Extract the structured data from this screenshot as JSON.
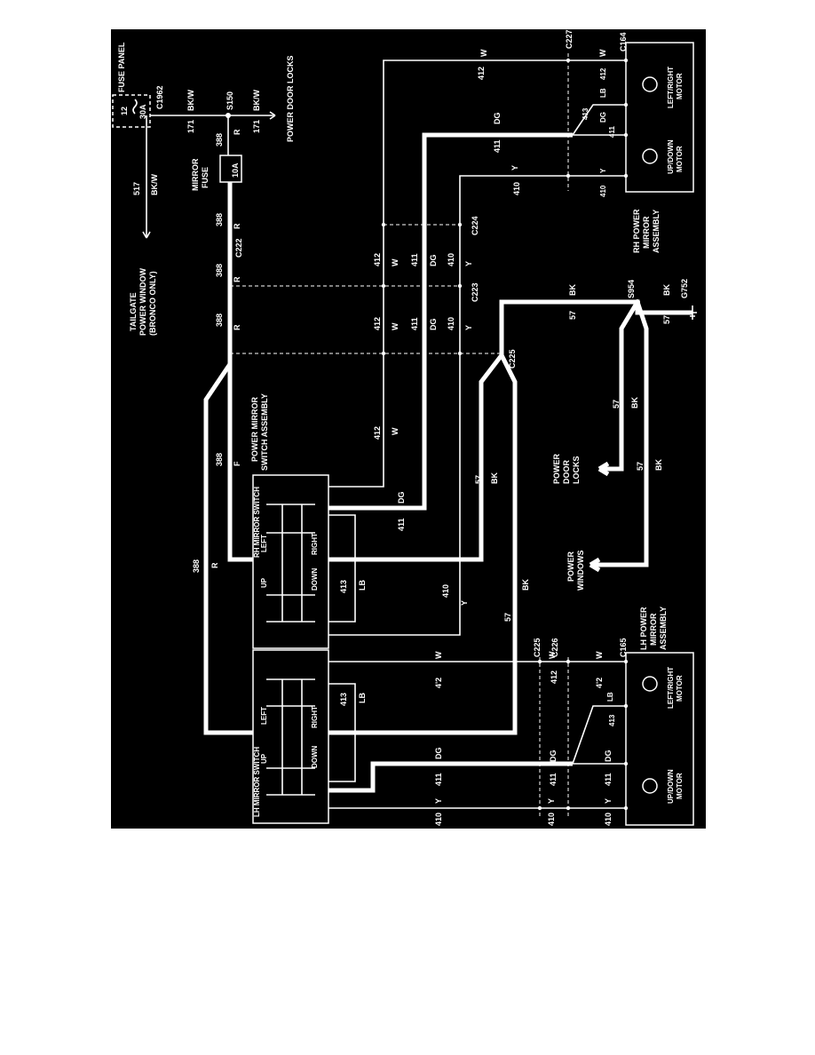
{
  "colors": {
    "background": "#000000",
    "ink": "#ffffff",
    "page": "#ffffff"
  },
  "top": {
    "fuse_panel": "FUSE PANEL",
    "fuse_12": "12",
    "fuse_30a": "30A",
    "connector_c1962": "C1962",
    "wire_bkw_1": "BK/W",
    "wire_bkw_2": "BK/W",
    "wire_171_1": "171",
    "wire_171_2": "171",
    "splice_s150": "S150",
    "power_door_locks": "POWER DOOR LOCKS",
    "wire_517": "517",
    "wire_517_color": "BK/W",
    "tailgate_l1": "TAILGATE",
    "tailgate_l2": "POWER WINDOW",
    "tailgate_l3": "(BRONCO ONLY)",
    "mirror_fuse_l1": "MIRROR",
    "mirror_fuse_l2": "FUSE",
    "mirror_fuse_rating": "10A"
  },
  "wires": {
    "w388": "388",
    "r": "R",
    "f": "F",
    "w412": "412",
    "w": "W",
    "w411": "411",
    "dg": "DG",
    "w410": "410",
    "y": "Y",
    "w413": "413",
    "lb": "LB",
    "w57": "57",
    "bk": "BK",
    "w4_2": "4'2"
  },
  "connectors": {
    "c222": "C222",
    "c223": "C223",
    "c224": "C224",
    "c225": "C225",
    "c226": "C226",
    "c227": "C227",
    "c164": "C164",
    "c165": "C165",
    "s954": "S954",
    "g752": "G752"
  },
  "rh_assembly": {
    "title_l1": "RH POWER",
    "title_l2": "MIRROR",
    "title_l3": "ASSEMBLY",
    "lr_motor_l1": "LEFT/RIGHT",
    "lr_motor_l2": "MOTOR",
    "ud_motor_l1": "UP/DOWN",
    "ud_motor_l2": "MOTOR"
  },
  "lh_assembly": {
    "title_l1": "LH POWER",
    "title_l2": "MIRROR",
    "title_l3": "ASSEMBLY",
    "lr_motor_l1": "LEFT/RIGHT",
    "lr_motor_l2": "MOTOR",
    "ud_motor_l1": "UP/DOWN",
    "ud_motor_l2": "MOTOR"
  },
  "switch_assembly": {
    "title_l1": "POWER MIRROR",
    "title_l2": "SWITCH ASSEMBLY",
    "rh_switch": "RH MIRROR SWITCH",
    "lh_switch": "LH MIRROR SWITCH",
    "left": "LEFT",
    "right": "RIGHT",
    "up": "UP",
    "down": "DOWN"
  },
  "ground_loads": {
    "door_locks_l1": "POWER",
    "door_locks_l2": "DOOR",
    "door_locks_l3": "LOCKS",
    "windows_l1": "POWER",
    "windows_l2": "WINDOWS"
  }
}
